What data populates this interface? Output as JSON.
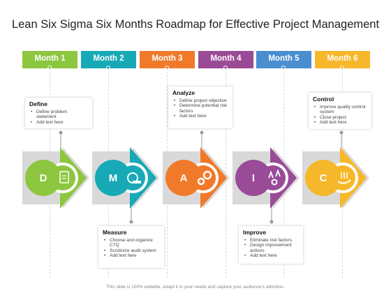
{
  "title": "Lean Six Sigma Six Months Roadmap for Effective Project Management",
  "months": [
    {
      "label": "Month 1",
      "color": "#8dc63f"
    },
    {
      "label": "Month 2",
      "color": "#17a9b6"
    },
    {
      "label": "Month 3",
      "color": "#f07a2a"
    },
    {
      "label": "Month 4",
      "color": "#9a4b97"
    },
    {
      "label": "Month 5",
      "color": "#4a8ed0"
    },
    {
      "label": "Month 6",
      "color": "#f6b82a"
    }
  ],
  "steps": [
    {
      "letter": "D",
      "color": "#8dc63f",
      "icon": "clipboard-icon"
    },
    {
      "letter": "M",
      "color": "#17a9b6",
      "icon": "measuring-tape-icon"
    },
    {
      "letter": "A",
      "color": "#f07a2a",
      "icon": "gears-icon"
    },
    {
      "letter": "I",
      "color": "#9a4b97",
      "icon": "arrows-up-gears-icon"
    },
    {
      "letter": "C",
      "color": "#f6b82a",
      "icon": "hand-controls-icon"
    }
  ],
  "cards": {
    "define": {
      "title": "Define",
      "items": [
        "Define problem statement",
        "Add text here"
      ]
    },
    "analyze": {
      "title": "Analyze",
      "items": [
        "Define project objective",
        "Determine potential risk factors",
        "Add text here"
      ]
    },
    "control": {
      "title": "Control",
      "items": [
        "Improve quality control system",
        "Close project",
        "Add text here"
      ]
    },
    "measure": {
      "title": "Measure",
      "items": [
        "Choose and organize CTQ",
        "Scrutinize audit system",
        "Add text here"
      ]
    },
    "improve": {
      "title": "Improve",
      "items": [
        "Eliminate risk factors",
        "Design improvement actions",
        "Add text here"
      ]
    }
  },
  "footer": "This slide is 100% editable. Adapt it to your needs and capture your audience's attention."
}
